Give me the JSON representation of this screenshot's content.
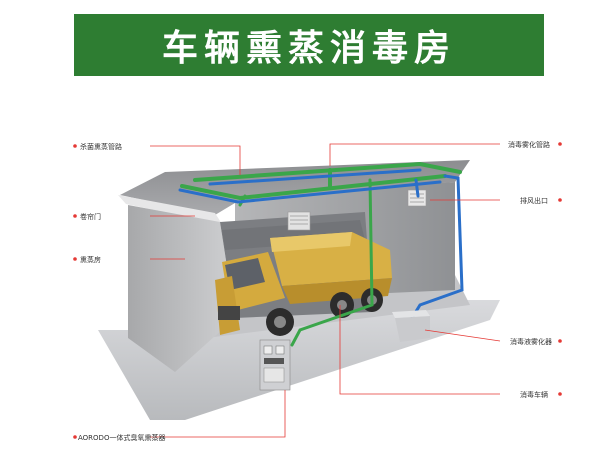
{
  "title": "车辆熏蒸消毒房",
  "labels": {
    "fumigation_pipe": "杀菌熏蒸管路",
    "rolling_door": "卷帘门",
    "fumigation_room": "熏蒸房",
    "mist_pipe": "消毒雾化管路",
    "exhaust_outlet": "排风出口",
    "atomizer": "消毒液雾化器",
    "vehicle": "消毒车辆",
    "ozone_generator": "AORODO一体式臭氧熏蒸器"
  },
  "colors": {
    "banner": "#2e7d32",
    "green_pipe": "#3aa64a",
    "blue_pipe": "#2a6fc9",
    "leader": "#e53935"
  }
}
